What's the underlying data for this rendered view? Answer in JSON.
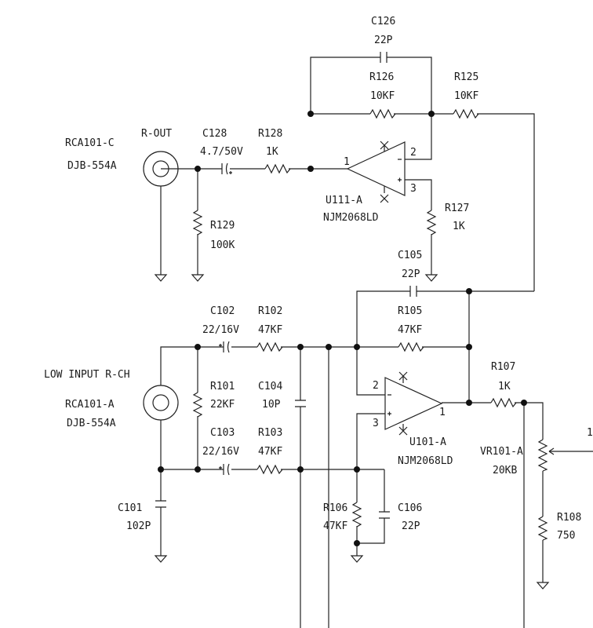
{
  "labels": {
    "c126_ref": "C126",
    "c126_val": "22P",
    "r126_ref": "R126",
    "r126_val": "10KF",
    "r125_ref": "R125",
    "r125_val": "10KF",
    "rca101c_ref": "RCA101-C",
    "rca101c_part": "DJB-554A",
    "rout": "R-OUT",
    "c128_ref": "C128",
    "c128_val": "4.7/50V",
    "r128_ref": "R128",
    "r128_val": "1K",
    "u111_ref": "U111-A",
    "u111_part": "NJM2068LD",
    "u111_pin1": "1",
    "u111_pin2": "2",
    "u111_pin3": "3",
    "r127_ref": "R127",
    "r127_val": "1K",
    "r129_ref": "R129",
    "r129_val": "100K",
    "c105_ref": "C105",
    "c105_val": "22P",
    "c102_ref": "C102",
    "c102_val": "22/16V",
    "r102_ref": "R102",
    "r102_val": "47KF",
    "r105_ref": "R105",
    "r105_val": "47KF",
    "low_input": "LOW INPUT R-CH",
    "rca101a_ref": "RCA101-A",
    "rca101a_part": "DJB-554A",
    "r101_ref": "R101",
    "r101_val": "22KF",
    "c104_ref": "C104",
    "c104_val": "10P",
    "r107_ref": "R107",
    "r107_val": "1K",
    "u101_ref": "U101-A",
    "u101_part": "NJM2068LD",
    "u101_pin1": "1",
    "u101_pin2": "2",
    "u101_pin3": "3",
    "vr101_ref": "VR101-A",
    "vr101_val": "20KB",
    "vr101_pin": "1",
    "c103_ref": "C103",
    "c103_val": "22/16V",
    "r103_ref": "R103",
    "r103_val": "47KF",
    "c101_ref": "C101",
    "c101_val": "102P",
    "r106_ref": "R106",
    "r106_val": "47KF",
    "c106_ref": "C106",
    "c106_val": "22P",
    "r108_ref": "R108",
    "r108_val": "750"
  }
}
